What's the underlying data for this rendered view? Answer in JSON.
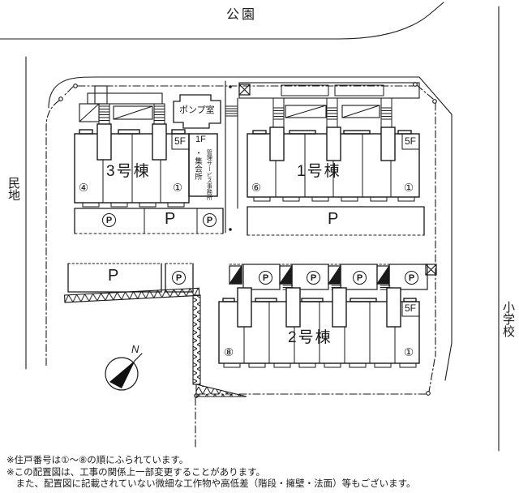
{
  "surroundings": {
    "top": "公園",
    "left": "民地",
    "right": "小学校"
  },
  "site": {
    "pump_room_label": "ポンプ室",
    "office": {
      "floor": "1F",
      "name": "管理サービス事務所",
      "name2": "・集会所"
    },
    "buildings": [
      {
        "name": "3号棟",
        "floors": "5F",
        "unit_left": "④",
        "unit_right": "①"
      },
      {
        "name": "1号棟",
        "floors": "5F",
        "unit_left": "⑥",
        "unit_right": "①"
      },
      {
        "name": "2号棟",
        "floors": "5F",
        "unit_left": "⑧",
        "unit_right": "①"
      }
    ],
    "parking": {
      "open_label": "P",
      "circled_label": "P"
    },
    "compass": {
      "north_label": "N"
    }
  },
  "notes": {
    "line1": "※住戸番号は①～⑧の順にふられています。",
    "line2": "※この配置図は、工事の関係上一部変更することがあります。",
    "line3": "　また、配置図に記載されていない微細な工作物や高低差（階段・擁壁・法面）等もございます。"
  }
}
